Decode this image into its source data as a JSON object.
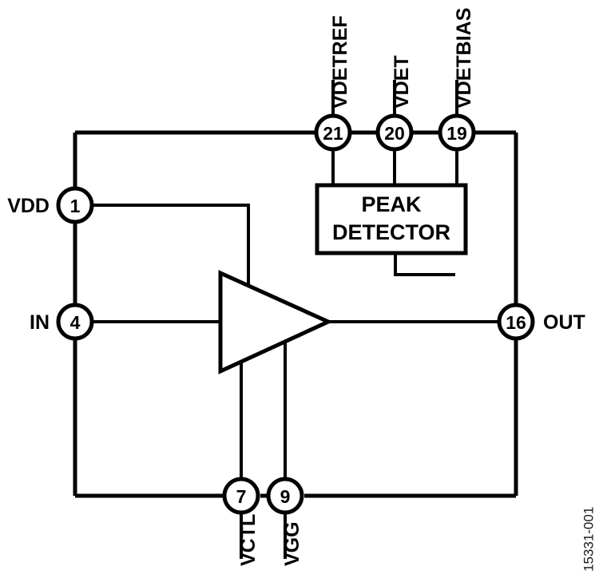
{
  "figure": {
    "id_label": "15331-001",
    "block": {
      "line1": "PEAK",
      "line2": "DETECTOR"
    }
  },
  "pins": {
    "vdd": {
      "number": "1",
      "label": "VDD"
    },
    "in": {
      "number": "4",
      "label": "IN"
    },
    "vctl": {
      "number": "7",
      "label": "VCTL"
    },
    "vgg": {
      "number": "9",
      "label": "VGG"
    },
    "out": {
      "number": "16",
      "label": "OUT"
    },
    "vdetbias": {
      "number": "19",
      "label": "VDETBIAS"
    },
    "vdet": {
      "number": "20",
      "label": "VDET"
    },
    "vdetref": {
      "number": "21",
      "label": "VDETREF"
    }
  },
  "colors": {
    "line": "#000000",
    "background": "#ffffff",
    "figure_id": "#1a1a1a"
  }
}
